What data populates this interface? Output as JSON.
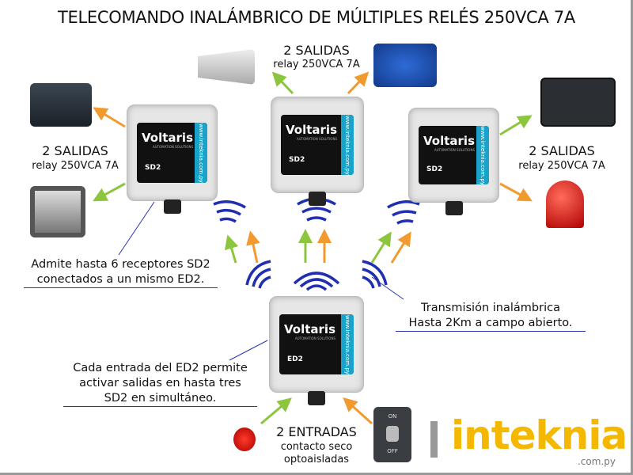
{
  "title": "TELECOMANDO INALÁMBRICO DE MÚLTIPLES RELÉS 250VCA 7A",
  "outputs_label": "2 SALIDAS",
  "relay_label": "relay 250VCA 7A",
  "inputs": {
    "label": "2 ENTRADAS",
    "line1": "contacto seco",
    "line2": "optoaisladas"
  },
  "device": {
    "brand": "Voltaris",
    "tagline": "AUTOMATION SOLUTIONS",
    "url": "www.inteknia.com.py",
    "receiver_model": "SD2",
    "transmitter_model": "ED2"
  },
  "notes": {
    "receivers": [
      "Admite hasta 6 receptores SD2",
      "conectados a un mismo ED2."
    ],
    "transmission": [
      "Transmisión inalámbrica",
      "Hasta 2Km a campo abierto."
    ],
    "inputs": [
      "Cada entrada del ED2 permite",
      "activar salidas en hasta tres",
      "SD2 en simultáneo."
    ]
  },
  "switch": {
    "on": "ON",
    "off": "OFF"
  },
  "logo": {
    "name": "inteknia",
    "domain": ".com.py"
  },
  "colors": {
    "arrow_orange": "#f29a2e",
    "arrow_green": "#8cc63f",
    "wave_blue": "#1f2fb0",
    "logo_yellow": "#f5b800"
  }
}
